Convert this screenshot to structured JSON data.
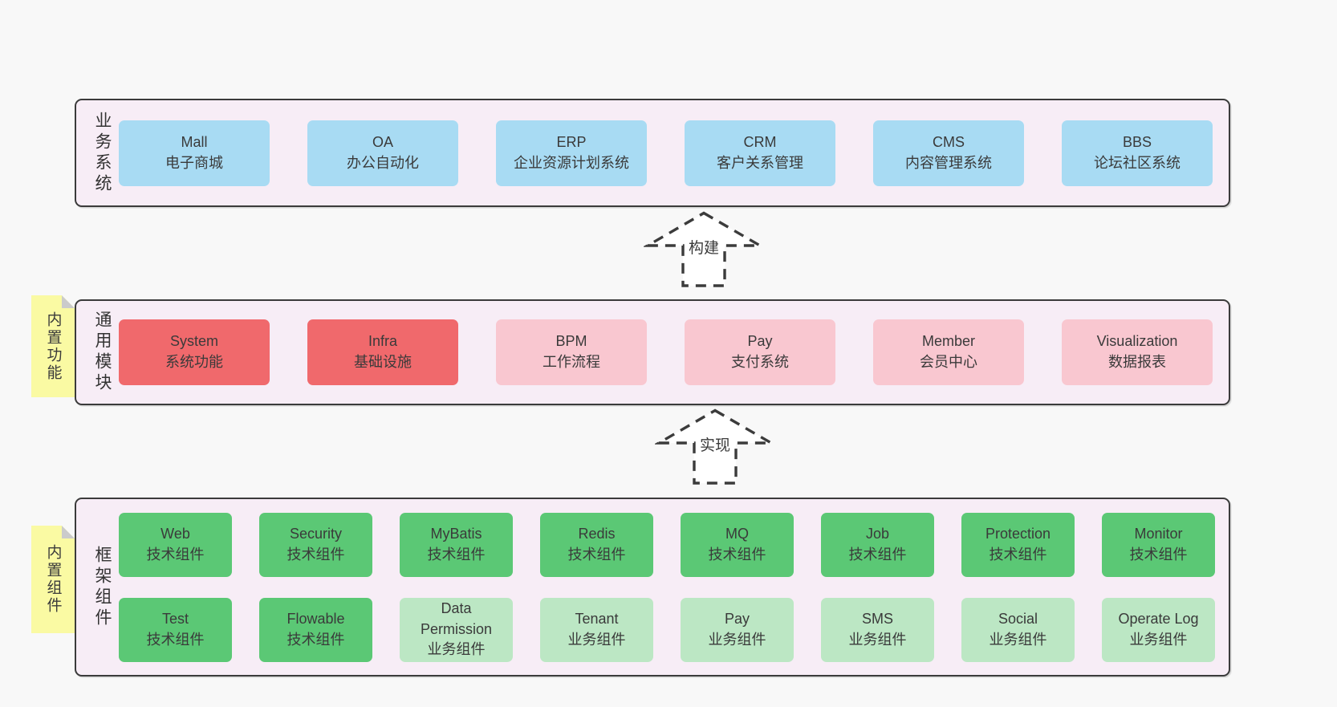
{
  "colors": {
    "page_background": "#f8f8f8",
    "layer_fill": "#f7edf6",
    "layer_border": "#3b3b3b",
    "box_blue": "#a8dbf3",
    "box_red": "#f0696c",
    "box_pink": "#f9c7d0",
    "box_green": "#5bc875",
    "box_green_light": "#bce7c4",
    "tag_yellow": "#fafaa3",
    "tag_fold_gray": "#cbcbcb",
    "text": "#3a3a3a"
  },
  "layers": [
    {
      "side_label": "业务系统",
      "boxes": [
        {
          "title": "Mall",
          "subtitle": "电子商城"
        },
        {
          "title": "OA",
          "subtitle": "办公自动化"
        },
        {
          "title": "ERP",
          "subtitle": "企业资源计划系统"
        },
        {
          "title": "CRM",
          "subtitle": "客户关系管理"
        },
        {
          "title": "CMS",
          "subtitle": "内容管理系统"
        },
        {
          "title": "BBS",
          "subtitle": "论坛社区系统"
        }
      ]
    },
    {
      "side_label": "通用模块",
      "tag": "内置功能",
      "boxes": [
        {
          "title": "System",
          "subtitle": "系统功能"
        },
        {
          "title": "Infra",
          "subtitle": "基础设施"
        },
        {
          "title": "BPM",
          "subtitle": "工作流程"
        },
        {
          "title": "Pay",
          "subtitle": "支付系统"
        },
        {
          "title": "Member",
          "subtitle": "会员中心"
        },
        {
          "title": "Visualization",
          "subtitle": "数据报表"
        }
      ]
    },
    {
      "side_label": "框架组件",
      "tag": "内置组件",
      "rows": [
        [
          {
            "title": "Web",
            "subtitle": "技术组件"
          },
          {
            "title": "Security",
            "subtitle": "技术组件"
          },
          {
            "title": "MyBatis",
            "subtitle": "技术组件"
          },
          {
            "title": "Redis",
            "subtitle": "技术组件"
          },
          {
            "title": "MQ",
            "subtitle": "技术组件"
          },
          {
            "title": "Job",
            "subtitle": "技术组件"
          },
          {
            "title": "Protection",
            "subtitle": "技术组件"
          },
          {
            "title": "Monitor",
            "subtitle": "技术组件"
          }
        ],
        [
          {
            "title": "Test",
            "subtitle": "技术组件"
          },
          {
            "title": "Flowable",
            "subtitle": "技术组件"
          },
          {
            "title": "Data Permission",
            "subtitle": "业务组件"
          },
          {
            "title": "Tenant",
            "subtitle": "业务组件"
          },
          {
            "title": "Pay",
            "subtitle": "业务组件"
          },
          {
            "title": "SMS",
            "subtitle": "业务组件"
          },
          {
            "title": "Social",
            "subtitle": "业务组件"
          },
          {
            "title": "Operate Log",
            "subtitle": "业务组件"
          }
        ]
      ]
    }
  ],
  "arrows": [
    {
      "label": "构建"
    },
    {
      "label": "实现"
    }
  ]
}
